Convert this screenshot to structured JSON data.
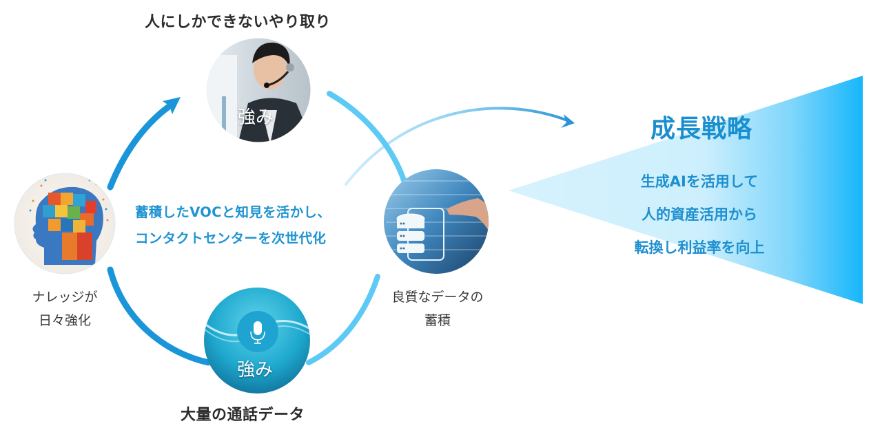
{
  "colors": {
    "cycle_dark": "#1a95d9",
    "cycle_light": "#5ccaf5",
    "text_accent": "#1e94d2",
    "strategy_blue": "#1a8fd0",
    "funnel_light": "#d3f1fd",
    "funnel_dark": "#1ab8fb",
    "label_dark": "#2b2b2b"
  },
  "cycle": {
    "top_node": {
      "title": "人にしかできないやり取り",
      "badge": "強み",
      "image": "operator-with-headset"
    },
    "right_node": {
      "caption_line1": "良質なデータの",
      "caption_line2": "蓄積",
      "image": "database-touch"
    },
    "bottom_node": {
      "title": "大量の通話データ",
      "badge": "強み",
      "icon": "microphone-icon"
    },
    "left_node": {
      "caption_line1": "ナレッジが",
      "caption_line2": "日々強化",
      "image": "puzzle-head"
    },
    "center_message": {
      "line1": "蓄積したVOCと知見を活かし、",
      "line2": "コンタクトセンターを次世代化"
    }
  },
  "strategy": {
    "title": "成長戦略",
    "lines": [
      "生成AIを活用して",
      "人的資産活用から",
      "転換し利益率を向上"
    ]
  }
}
